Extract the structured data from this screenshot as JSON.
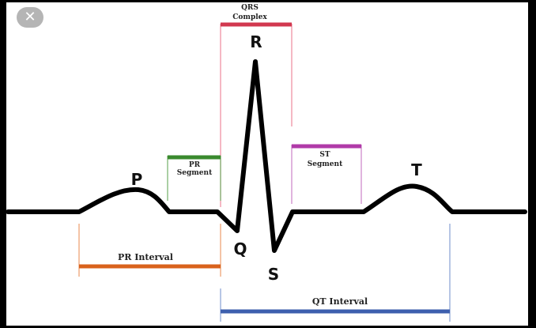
{
  "close_button": {
    "icon": "close-icon",
    "glyph": "✕"
  },
  "waves": {
    "p": "P",
    "q": "Q",
    "r": "R",
    "s": "S",
    "t": "T"
  },
  "segments": {
    "qrs_complex": {
      "line1": "QRS",
      "line2": "Complex",
      "color": "#d2384f"
    },
    "pr_segment": {
      "line1": "PR",
      "line2": "Segment",
      "color": "#3a8a2e"
    },
    "st_segment": {
      "line1": "ST",
      "line2": "Segment",
      "color": "#b03aa8"
    }
  },
  "intervals": {
    "pr_interval": {
      "label": "PR Interval",
      "color": "#d9621c"
    },
    "qt_interval": {
      "label": "QT Interval",
      "color": "#3d5fae"
    }
  }
}
